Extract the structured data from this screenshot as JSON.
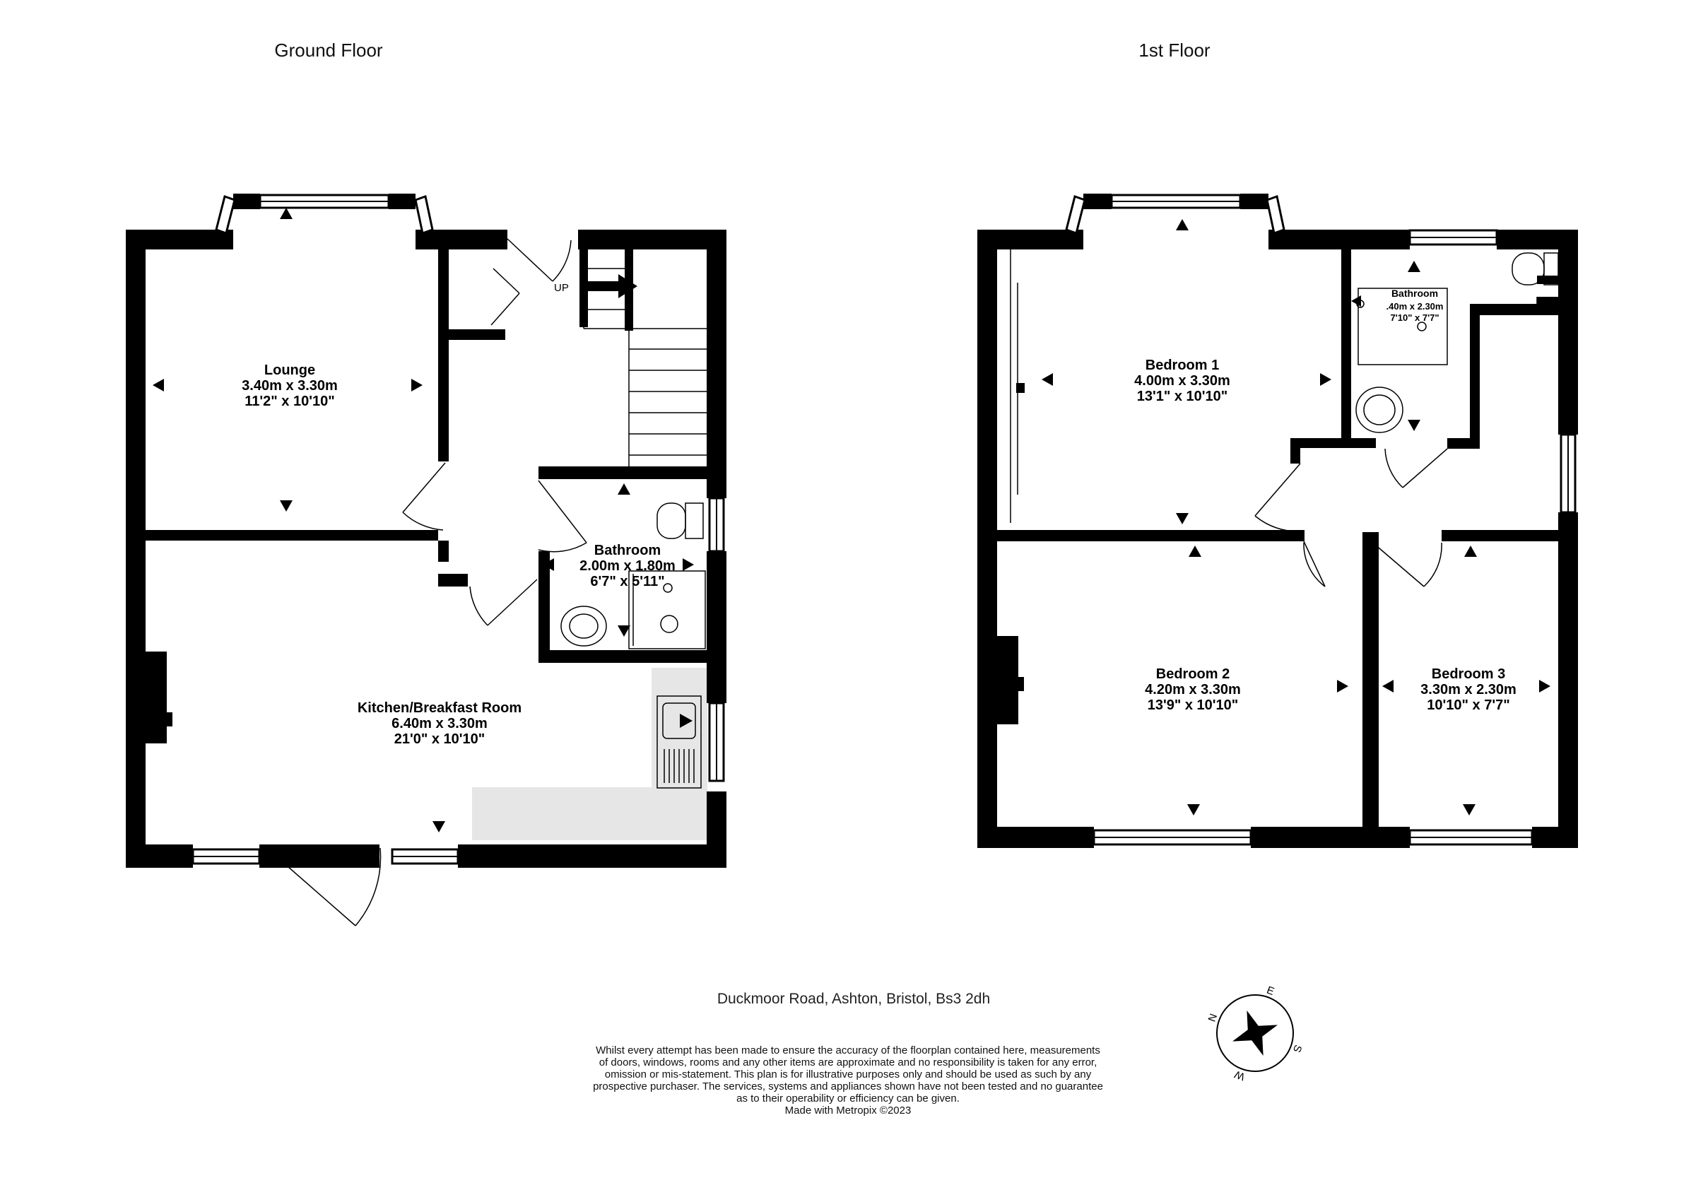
{
  "floors": [
    {
      "title": "Ground Floor",
      "rooms": [
        {
          "name": "Lounge",
          "metric": "3.40m  x 3.30m",
          "imperial": "11'2\"  x 10'10\""
        },
        {
          "name": "Bathroom",
          "metric": "2.00m  x 1.80m",
          "imperial": "6'7\"  x 5'11\""
        },
        {
          "name": "Kitchen/Breakfast Room",
          "metric": "6.40m  x 3.30m",
          "imperial": "21'0\"  x 10'10\""
        }
      ],
      "stairs_label": "UP"
    },
    {
      "title": "1st Floor",
      "rooms": [
        {
          "name": "Bedroom 1",
          "metric": "4.00m  x 3.30m",
          "imperial": "13'1\"  x 10'10\""
        },
        {
          "name": "Bathroom",
          "metric": ".40m  x 2.30m",
          "imperial": "7'10\"  x 7'7\""
        },
        {
          "name": "Bedroom 2",
          "metric": "4.20m  x 3.30m",
          "imperial": "13'9\"  x 10'10\""
        },
        {
          "name": "Bedroom 3",
          "metric": "3.30m  x 2.30m",
          "imperial": "10'10\"  x 7'7\""
        }
      ]
    }
  ],
  "address": "Duckmoor Road, Ashton, Bristol, Bs3 2dh",
  "compass": {
    "letters": [
      "N",
      "E",
      "S",
      "W"
    ]
  },
  "disclaimer": [
    "Whilst every attempt has been made to ensure the accuracy of the floorplan contained here, measurements",
    "of doors, windows, rooms and any other items are approximate and no responsibility is taken for any error,",
    "omission or mis-statement. This plan is for illustrative purposes only and should be used as such by any",
    "prospective purchaser. The services, systems and appliances shown have not been tested and no guarantee",
    "as to their operability or efficiency can be given.",
    "Made with Metropix ©2023"
  ],
  "colors": {
    "wall": "#000000",
    "fitted_unit": "#e6e6e6",
    "background": "#ffffff"
  }
}
